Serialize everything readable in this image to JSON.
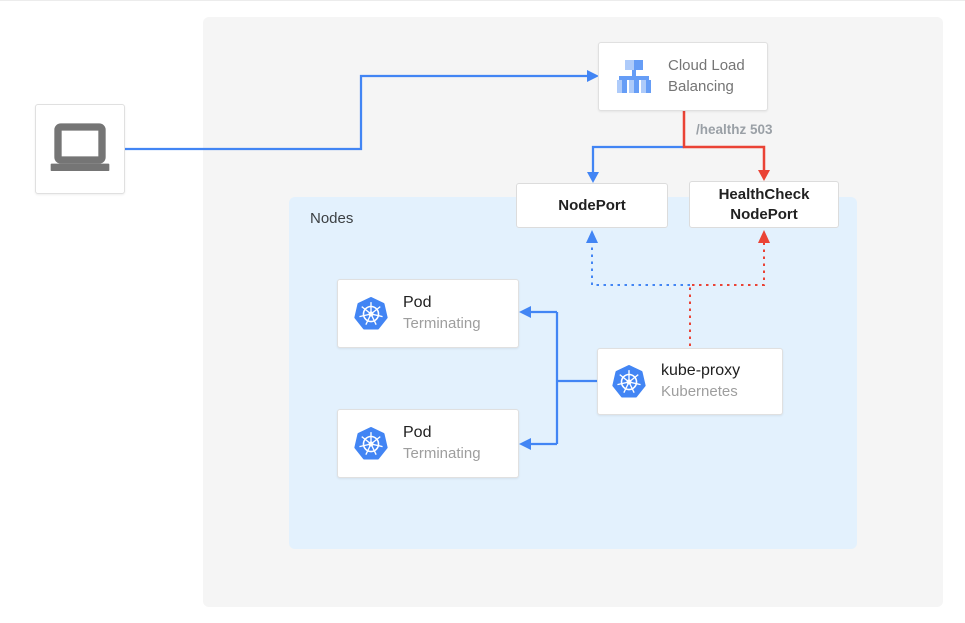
{
  "client": {
    "icon": "laptop-icon"
  },
  "clb": {
    "label": "Cloud Load Balancing",
    "icon": "load-balancer-icon"
  },
  "healthz": {
    "label": "/healthz 503"
  },
  "nodeport": {
    "label": "NodePort"
  },
  "healthcheck_nodeport": {
    "label": "HealthCheck NodePort"
  },
  "nodes": {
    "label": "Nodes"
  },
  "pods": [
    {
      "name": "Pod",
      "status": "Terminating",
      "icon": "kubernetes-icon"
    },
    {
      "name": "Pod",
      "status": "Terminating",
      "icon": "kubernetes-icon"
    }
  ],
  "kube_proxy": {
    "name": "kube-proxy",
    "subtitle": "Kubernetes",
    "icon": "kubernetes-icon"
  },
  "colors": {
    "traffic_blue": "#4285f4",
    "health_red": "#ea4335",
    "nodes_bg": "#e3f1fd",
    "canvas_bg": "#f5f5f5",
    "icon_blue_light": "#aecbfa",
    "icon_blue_mid": "#669df6",
    "muted_text": "#9aa0a6"
  }
}
